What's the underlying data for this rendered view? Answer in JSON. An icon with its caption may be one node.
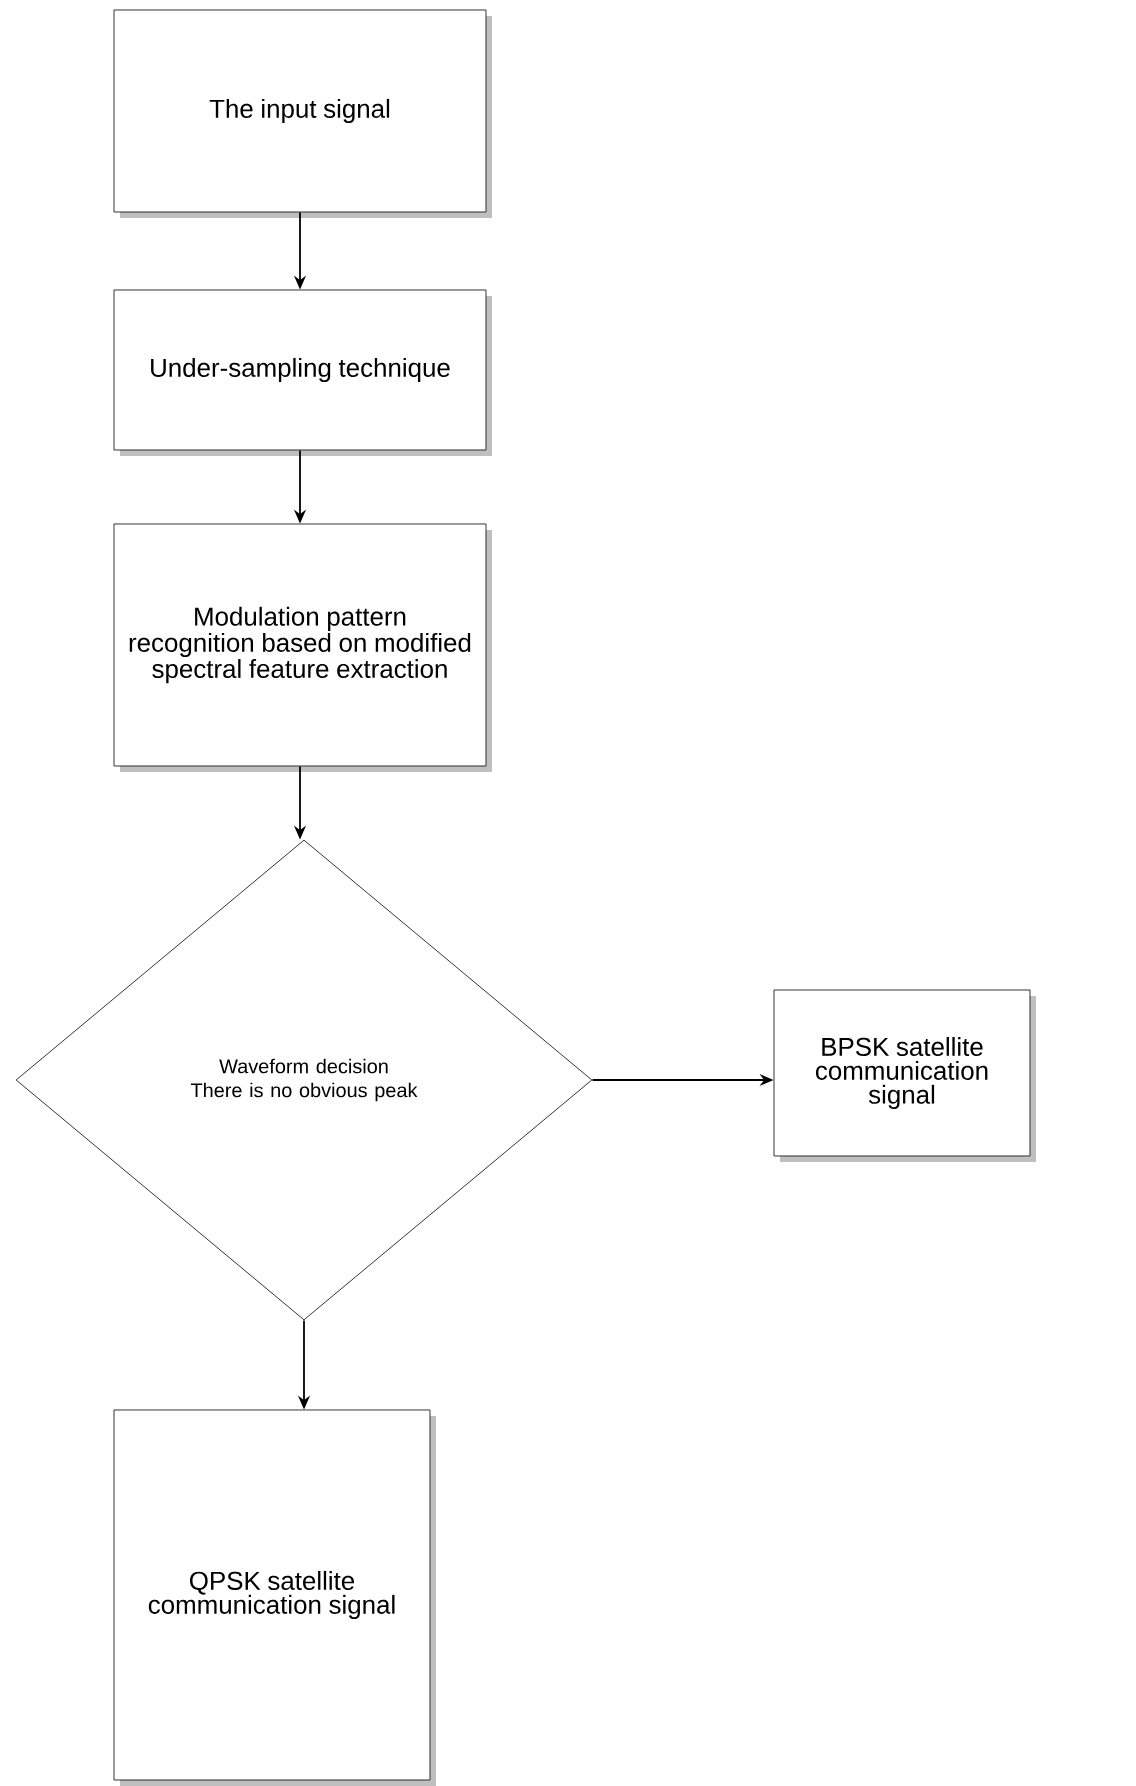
{
  "diagram": {
    "nodes": [
      {
        "text": [
          "The input signal"
        ]
      },
      {
        "text": [
          "Under-sampling technique"
        ]
      },
      {
        "text": [
          "Modulation pattern recognition based on modified spectral feature extraction"
        ]
      },
      {
        "text": [
          "Waveform decision",
          "There is no obvious peak"
        ]
      },
      {
        "text": [
          "BPSK satellite communication signal"
        ]
      },
      {
        "text": [
          "QPSK satellite communication signal"
        ]
      }
    ],
    "edges": [
      {
        "from": 0,
        "to": 1,
        "arrow": "to"
      },
      {
        "from": 1,
        "to": 2,
        "arrow": "to"
      },
      {
        "from": 2,
        "to": 3,
        "arrow": "to"
      },
      {
        "from": 3,
        "to": 4,
        "arrow": "to"
      },
      {
        "from": 3,
        "to": 5,
        "arrow": "to"
      }
    ]
  }
}
